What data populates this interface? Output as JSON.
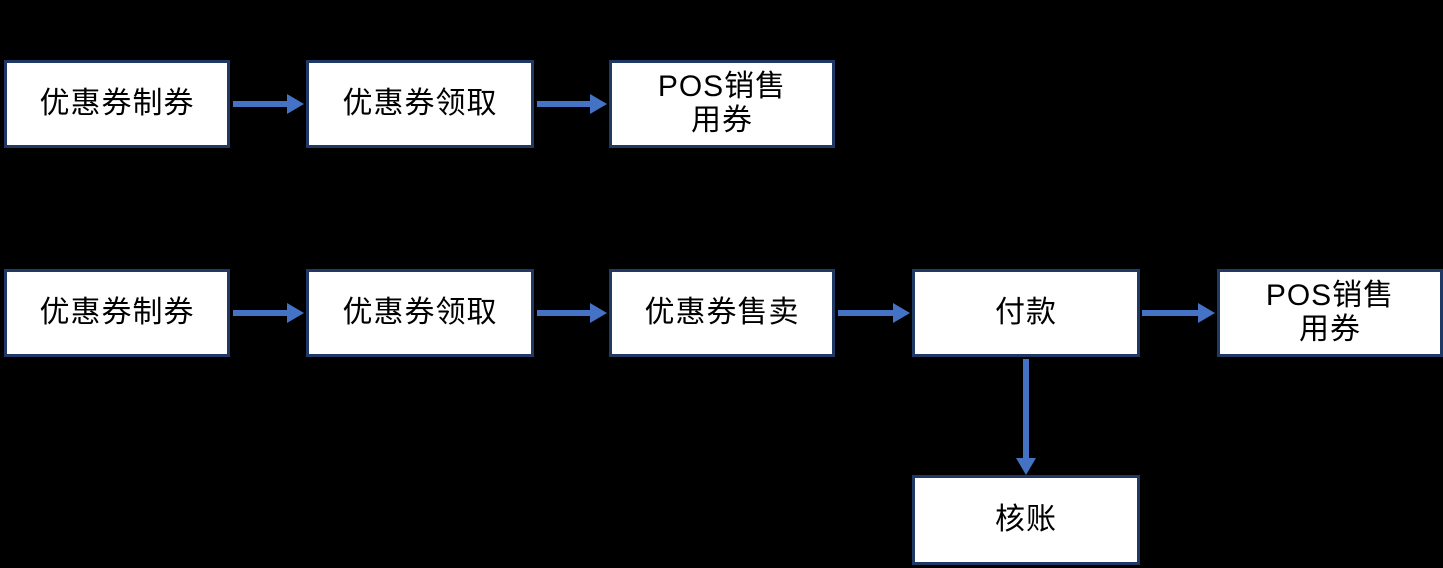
{
  "colors": {
    "background": "#000000",
    "box-fill": "#ffffff",
    "box-border": "#1f3864",
    "arrow": "#4472c4",
    "text": "#000000"
  },
  "flows": {
    "top": {
      "coupon_create": "优惠券制券",
      "coupon_claim": "优惠券领取",
      "pos_use": "POS销售\n用券"
    },
    "bottom": {
      "coupon_create": "优惠券制券",
      "coupon_claim": "优惠券领取",
      "coupon_sell": "优惠券售卖",
      "payment": "付款",
      "pos_use": "POS销售\n用券",
      "reconcile": "核账"
    }
  }
}
